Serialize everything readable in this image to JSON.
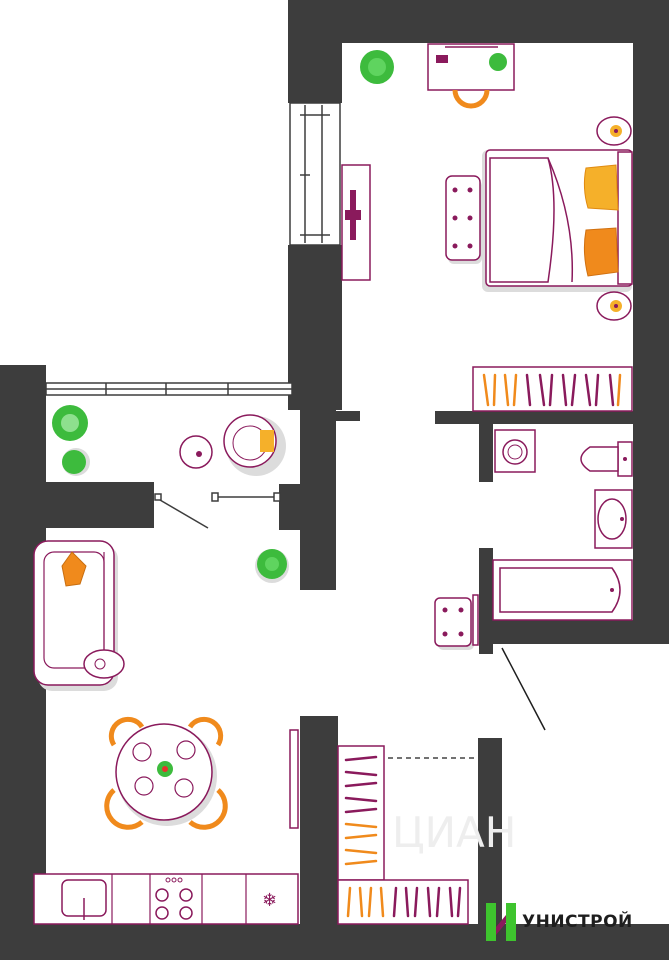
{
  "colors": {
    "wall": "#3d3d3d",
    "outline": "#8a1a5c",
    "accent_orange": "#f08a1c",
    "plant_green": "#3dbb3d",
    "shadow": "#dcdcdc",
    "logo_green": "#3ec42e",
    "logo_accent": "#8a1a5c"
  },
  "brand": {
    "logo_text": "УНИСТРОЙ",
    "watermark_text": "ЦИАН"
  },
  "rooms": [
    "bedroom",
    "hallway",
    "bathroom",
    "balcony",
    "living-kitchen",
    "wardrobe"
  ],
  "icons": [
    "plant-icon",
    "bed-icon",
    "armchair-icon",
    "sofa-icon",
    "dining-table-icon",
    "stove-icon",
    "sink-icon",
    "toilet-icon",
    "bathtub-icon",
    "washing-machine-icon",
    "wardrobe-icon",
    "tv-icon",
    "desk-icon",
    "nightstand-icon",
    "fridge-icon"
  ]
}
